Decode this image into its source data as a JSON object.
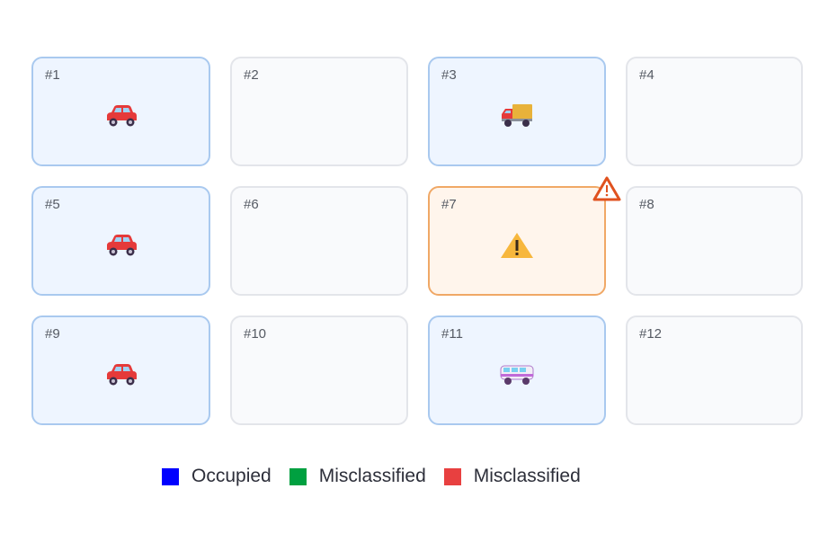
{
  "slots": [
    {
      "label": "#1",
      "status": "occupied",
      "vehicle": "car-icon"
    },
    {
      "label": "#2",
      "status": "empty",
      "vehicle": null
    },
    {
      "label": "#3",
      "status": "occupied",
      "vehicle": "truck-icon"
    },
    {
      "label": "#4",
      "status": "empty",
      "vehicle": null
    },
    {
      "label": "#5",
      "status": "occupied",
      "vehicle": "car-icon"
    },
    {
      "label": "#6",
      "status": "empty",
      "vehicle": null
    },
    {
      "label": "#7",
      "status": "alert",
      "vehicle": "warning-icon"
    },
    {
      "label": "#8",
      "status": "empty",
      "vehicle": null
    },
    {
      "label": "#9",
      "status": "occupied",
      "vehicle": "car-icon"
    },
    {
      "label": "#10",
      "status": "empty",
      "vehicle": null
    },
    {
      "label": "#11",
      "status": "occupied",
      "vehicle": "minibus-icon"
    },
    {
      "label": "#12",
      "status": "empty",
      "vehicle": null
    }
  ],
  "legend": [
    {
      "label": "Occupied",
      "color": "#0000ff"
    },
    {
      "label": "Misclassified",
      "color": "#00a040"
    },
    {
      "label": "Misclassified",
      "color": "#e84040"
    }
  ]
}
